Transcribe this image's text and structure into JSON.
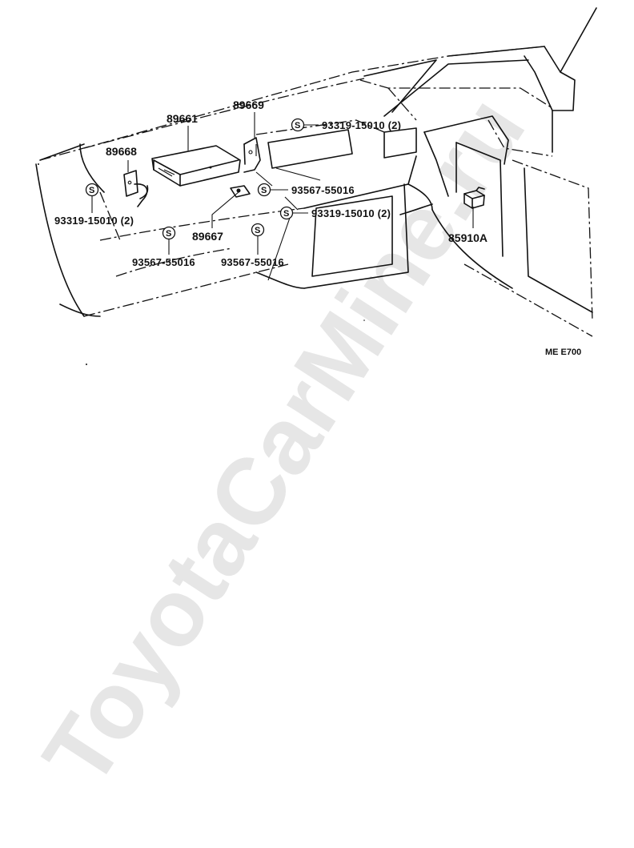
{
  "watermark": "ToyotaCarMine.ru",
  "diagram_code": "ME E700",
  "symbol": "S",
  "parts": {
    "p89661": "89661",
    "p89669": "89669",
    "p89668": "89668",
    "p89667": "89667",
    "p85910a": "85910A",
    "bolt_top": "93319-15010 (2)",
    "bolt_left": "93319-15010 (2)",
    "bolt_right": "93319-15010 (2)",
    "nut_right": "93567-55016",
    "nut_left": "93567-55016",
    "nut_mid": "93567-55016"
  },
  "colors": {
    "line": "#111111",
    "watermark": "#e6e6e6",
    "background": "#ffffff"
  }
}
